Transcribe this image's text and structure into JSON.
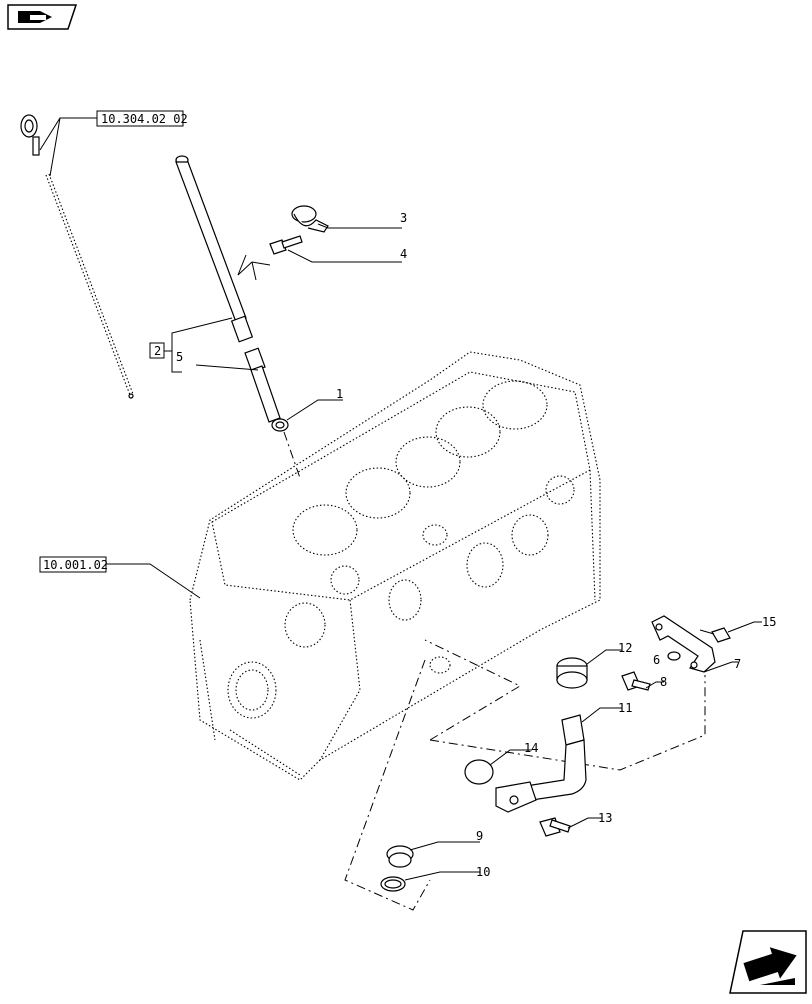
{
  "nav": {
    "top_left_icon": "manual-book-icon",
    "bottom_right_icon": "next-page-arrow-icon"
  },
  "references": {
    "dipstick_ref": "10.304.02 02",
    "block_ref": "10.001.02",
    "bracket_ref": "2"
  },
  "callouts": {
    "c1": "1",
    "c3": "3",
    "c4": "4",
    "c5": "5",
    "c6": "6",
    "c7": "7",
    "c8": "8",
    "c9": "9",
    "c10": "10",
    "c11": "11",
    "c12": "12",
    "c13": "13",
    "c14": "14",
    "c15": "15"
  }
}
